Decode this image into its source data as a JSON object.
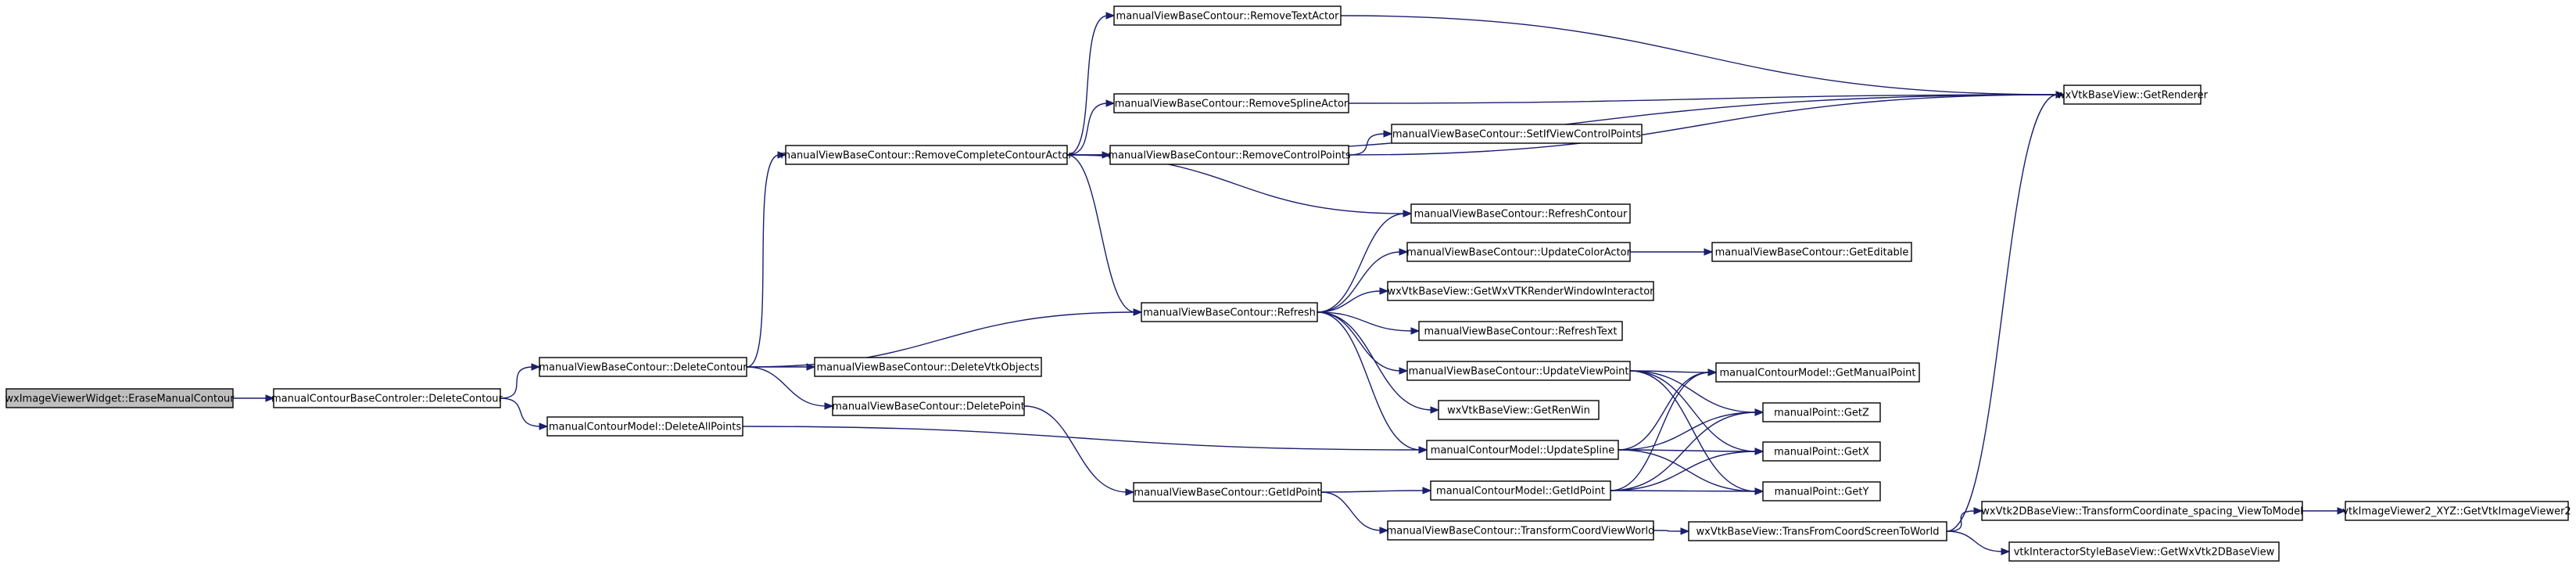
{
  "diagram": {
    "type": "call-graph",
    "colors": {
      "edge": "#1a1f6e",
      "root_fill": "#bfbfbf",
      "node_fill": "#ffffff",
      "node_border": "#000000"
    },
    "nodes": [
      {
        "id": "n0",
        "label": "wxImageViewerWidget::EraseManualContour",
        "root": true
      },
      {
        "id": "n1",
        "label": "manualContourBaseControler::DeleteContour"
      },
      {
        "id": "n2",
        "label": "manualViewBaseContour::DeleteContour"
      },
      {
        "id": "n3",
        "label": "manualContourModel::DeleteAllPoints"
      },
      {
        "id": "n4",
        "label": "manualViewBaseContour::RemoveCompleteContourActor"
      },
      {
        "id": "n5",
        "label": "manualViewBaseContour::Refresh"
      },
      {
        "id": "n6",
        "label": "manualViewBaseContour::DeleteVtkObjects"
      },
      {
        "id": "n7",
        "label": "manualViewBaseContour::DeletePoint"
      },
      {
        "id": "n8",
        "label": "manualViewBaseContour::GetIdPoint"
      },
      {
        "id": "n9",
        "label": "manualViewBaseContour::RemoveTextActor"
      },
      {
        "id": "n10",
        "label": "manualViewBaseContour::RemoveSplineActor"
      },
      {
        "id": "n11",
        "label": "manualViewBaseContour::RemoveControlPoints"
      },
      {
        "id": "n12",
        "label": "manualViewBaseContour::SetIfViewControlPoints"
      },
      {
        "id": "n13",
        "label": "manualViewBaseContour::RefreshContour"
      },
      {
        "id": "n14",
        "label": "manualViewBaseContour::UpdateColorActor"
      },
      {
        "id": "n15",
        "label": "wxVtkBaseView::GetWxVTKRenderWindowInteractor"
      },
      {
        "id": "n16",
        "label": "manualViewBaseContour::RefreshText"
      },
      {
        "id": "n17",
        "label": "manualViewBaseContour::UpdateViewPoint"
      },
      {
        "id": "n18",
        "label": "wxVtkBaseView::GetRenWin"
      },
      {
        "id": "n19",
        "label": "manualContourModel::UpdateSpline"
      },
      {
        "id": "n20",
        "label": "manualContourModel::GetIdPoint"
      },
      {
        "id": "n21",
        "label": "manualViewBaseContour::TransformCoordViewWorld"
      },
      {
        "id": "n22",
        "label": "manualViewBaseContour::GetEditable"
      },
      {
        "id": "n23",
        "label": "wxVtkBaseView::GetRenderer"
      },
      {
        "id": "n24",
        "label": "manualContourModel::GetManualPoint"
      },
      {
        "id": "n25",
        "label": "manualPoint::GetZ"
      },
      {
        "id": "n26",
        "label": "manualPoint::GetX"
      },
      {
        "id": "n27",
        "label": "manualPoint::GetY"
      },
      {
        "id": "n28",
        "label": "wxVtkBaseView::TransFromCoordScreenToWorld"
      },
      {
        "id": "n29",
        "label": "wxVtk2DBaseView::TransformCoordinate_spacing_ViewToModel"
      },
      {
        "id": "n30",
        "label": "vtkImageViewer2_XYZ::GetVtkImageViewer2"
      },
      {
        "id": "n31",
        "label": "vtkInteractorStyleBaseView::GetWxVtk2DBaseView"
      }
    ],
    "edges": [
      {
        "from": "n0",
        "to": "n1"
      },
      {
        "from": "n1",
        "to": "n2"
      },
      {
        "from": "n1",
        "to": "n3"
      },
      {
        "from": "n2",
        "to": "n4"
      },
      {
        "from": "n2",
        "to": "n5"
      },
      {
        "from": "n2",
        "to": "n6"
      },
      {
        "from": "n2",
        "to": "n7"
      },
      {
        "from": "n3",
        "to": "n19"
      },
      {
        "from": "n4",
        "to": "n9"
      },
      {
        "from": "n4",
        "to": "n10"
      },
      {
        "from": "n4",
        "to": "n11"
      },
      {
        "from": "n4",
        "to": "n23"
      },
      {
        "from": "n4",
        "to": "n13"
      },
      {
        "from": "n4",
        "to": "n5"
      },
      {
        "from": "n7",
        "to": "n8"
      },
      {
        "from": "n9",
        "to": "n23"
      },
      {
        "from": "n10",
        "to": "n23"
      },
      {
        "from": "n11",
        "to": "n12"
      },
      {
        "from": "n11",
        "to": "n23"
      },
      {
        "from": "n5",
        "to": "n13"
      },
      {
        "from": "n5",
        "to": "n14"
      },
      {
        "from": "n5",
        "to": "n15"
      },
      {
        "from": "n5",
        "to": "n16"
      },
      {
        "from": "n5",
        "to": "n17"
      },
      {
        "from": "n5",
        "to": "n18"
      },
      {
        "from": "n5",
        "to": "n19"
      },
      {
        "from": "n14",
        "to": "n22"
      },
      {
        "from": "n17",
        "to": "n24"
      },
      {
        "from": "n17",
        "to": "n25"
      },
      {
        "from": "n17",
        "to": "n26"
      },
      {
        "from": "n17",
        "to": "n27"
      },
      {
        "from": "n19",
        "to": "n25"
      },
      {
        "from": "n19",
        "to": "n26"
      },
      {
        "from": "n19",
        "to": "n27"
      },
      {
        "from": "n19",
        "to": "n24"
      },
      {
        "from": "n8",
        "to": "n20"
      },
      {
        "from": "n8",
        "to": "n21"
      },
      {
        "from": "n20",
        "to": "n24"
      },
      {
        "from": "n20",
        "to": "n25"
      },
      {
        "from": "n20",
        "to": "n26"
      },
      {
        "from": "n20",
        "to": "n27"
      },
      {
        "from": "n21",
        "to": "n28"
      },
      {
        "from": "n28",
        "to": "n23"
      },
      {
        "from": "n28",
        "to": "n29"
      },
      {
        "from": "n28",
        "to": "n31"
      },
      {
        "from": "n29",
        "to": "n30"
      }
    ]
  }
}
